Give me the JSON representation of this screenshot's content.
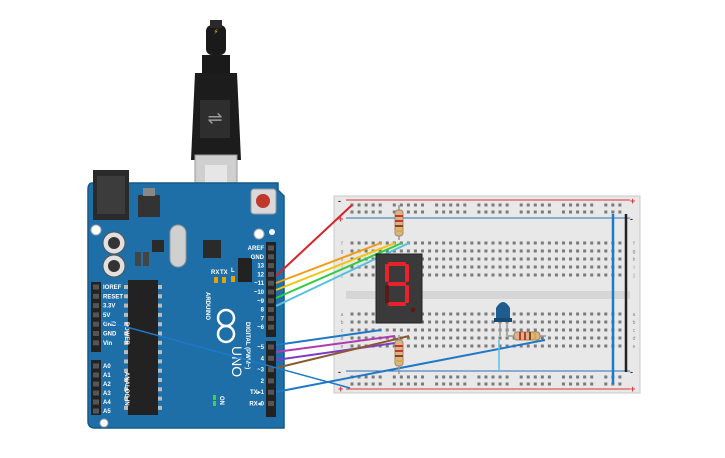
{
  "arduino": {
    "brand": "ARDUINO",
    "model": "UNO",
    "on_label": "ON",
    "l_label": "L",
    "tx_label": "TX",
    "rx_label": "RX",
    "section_digital": "DIGITAL (PWM~)",
    "section_power": "POWER",
    "section_analog": "ANALOG IN",
    "digital_pins": [
      "AREF",
      "GND",
      "13",
      "12",
      "~11",
      "~10",
      "~9",
      "8",
      "7",
      "~6",
      "~5",
      "4",
      "~3",
      "2",
      "TX▸1",
      "RX◂0"
    ],
    "power_pins": [
      "IOREF",
      "RESET",
      "3.3V",
      "5V",
      "GND",
      "GND",
      "Vin"
    ],
    "analog_pins": [
      "A0",
      "A1",
      "A2",
      "A3",
      "A4",
      "A5"
    ]
  },
  "breadboard": {
    "row_letters_top": [
      "a",
      "b",
      "c",
      "d",
      "e",
      "f",
      "g",
      "h",
      "i",
      "j"
    ],
    "rail_minus": "-",
    "rail_plus": "+"
  },
  "display": {
    "digit": "9"
  },
  "colors": {
    "board": "#1e6fa8",
    "header": "#222222",
    "breadboard": "#e8e8e8",
    "rail_red": "#d33",
    "rail_blue": "#2b6fb5",
    "wire_red": "#d8232a",
    "wire_orange": "#f39c12",
    "wire_yellow": "#f1c40f",
    "wire_green": "#2ecc40",
    "wire_cyan": "#5bc0de",
    "wire_blue": "#1f78c8",
    "wire_magenta": "#b03ab5",
    "wire_purple": "#7d3cc8",
    "wire_brown": "#8b5a2b",
    "segment_on": "#e8222b",
    "segment_off": "#5a1a1a"
  }
}
